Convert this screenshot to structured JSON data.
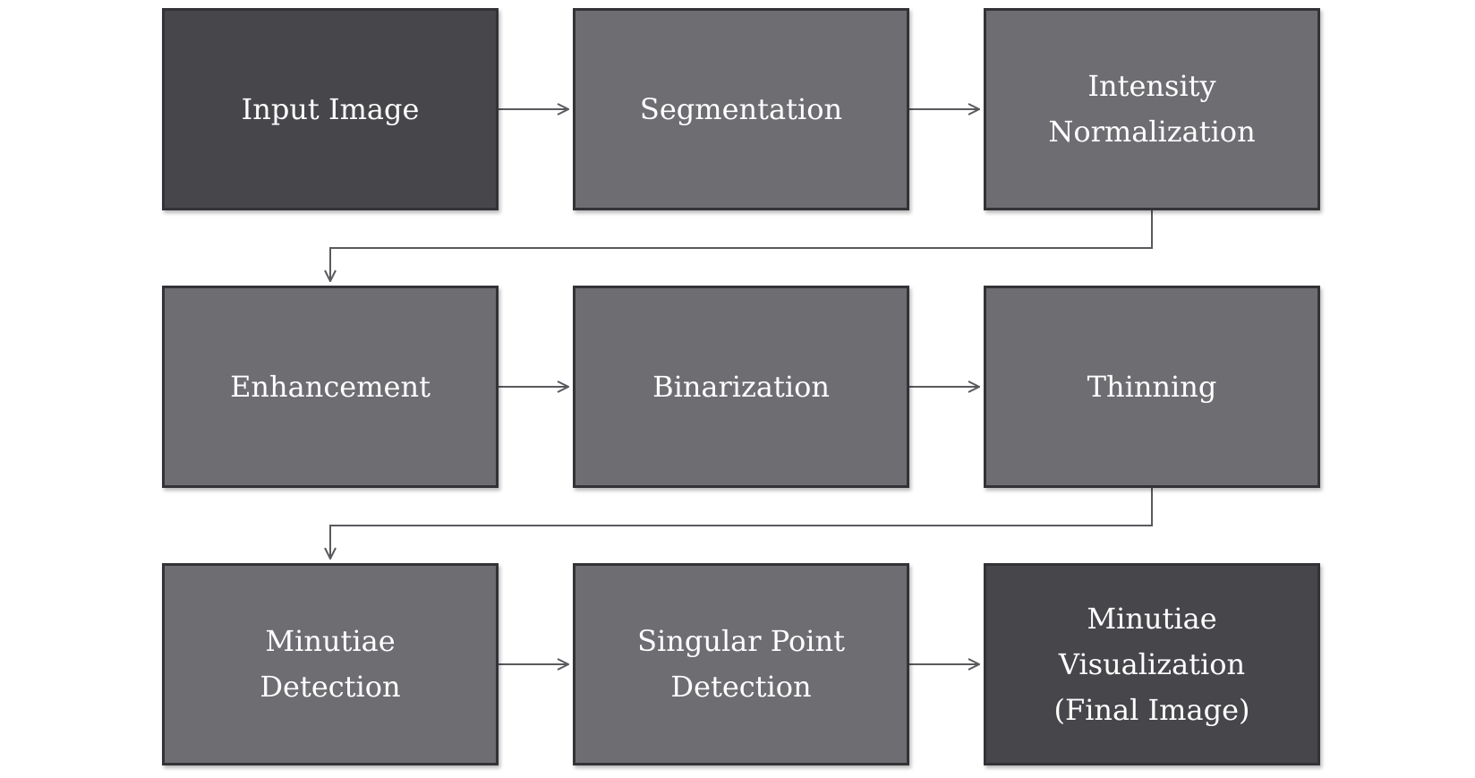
{
  "diagram": {
    "colors": {
      "step_fill": "#6e6d72",
      "terminal_fill": "#47464b",
      "border": "#333236",
      "connector": "#5a595e",
      "text": "#ffffff"
    },
    "nodes": [
      {
        "id": "input-image",
        "label": "Input Image",
        "style": "terminal"
      },
      {
        "id": "segmentation",
        "label": "Segmentation",
        "style": "step"
      },
      {
        "id": "intensity-normalization",
        "label": "Intensity\nNormalization",
        "style": "step"
      },
      {
        "id": "enhancement",
        "label": "Enhancement",
        "style": "step"
      },
      {
        "id": "binarization",
        "label": "Binarization",
        "style": "step"
      },
      {
        "id": "thinning",
        "label": "Thinning",
        "style": "step"
      },
      {
        "id": "minutiae-detection",
        "label": "Minutiae\nDetection",
        "style": "step"
      },
      {
        "id": "singular-point-detection",
        "label": "Singular Point\nDetection",
        "style": "step"
      },
      {
        "id": "minutiae-visualization",
        "label": "Minutiae Visualization\n(Final Image)",
        "style": "terminal"
      }
    ],
    "edges": [
      {
        "from": "input-image",
        "to": "segmentation"
      },
      {
        "from": "segmentation",
        "to": "intensity-normalization"
      },
      {
        "from": "intensity-normalization",
        "to": "enhancement"
      },
      {
        "from": "enhancement",
        "to": "binarization"
      },
      {
        "from": "binarization",
        "to": "thinning"
      },
      {
        "from": "thinning",
        "to": "minutiae-detection"
      },
      {
        "from": "minutiae-detection",
        "to": "singular-point-detection"
      },
      {
        "from": "singular-point-detection",
        "to": "minutiae-visualization"
      }
    ]
  }
}
